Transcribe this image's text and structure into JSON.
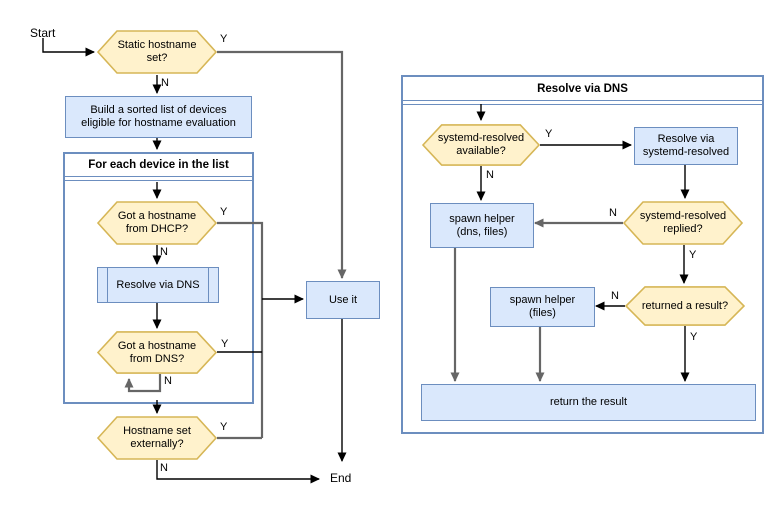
{
  "colors": {
    "hex_fill": "#FFF2CC",
    "hex_stroke": "#D6B656",
    "box_fill": "#DAE8FC",
    "box_stroke": "#6C8EBF",
    "container_stroke": "#6C8EBF",
    "edge_dark": "#000000",
    "edge_gray": "#666666"
  },
  "branch": {
    "yes": "Y",
    "no": "N"
  },
  "left": {
    "start": "Start",
    "end": "End",
    "q_static": "Static hostname\nset?",
    "build": "Build a sorted list of devices\neligible for hostname evaluation",
    "loop_title": "For each device in the list",
    "q_dhcp": "Got a hostname\nfrom DHCP?",
    "subprocess": "Resolve via DNS",
    "q_dns": "Got a hostname\nfrom DNS?",
    "q_external": "Hostname set\nexternally?",
    "use_it": "Use it"
  },
  "right": {
    "title": "Resolve via DNS",
    "q_available": "systemd-resolved\navailable?",
    "resolve_systemd": "Resolve via\nsystemd-resolved",
    "spawn_dns_files": "spawn helper\n(dns, files)",
    "q_replied": "systemd-resolved\nreplied?",
    "q_result": "returned a result?",
    "spawn_files": "spawn helper\n(files)",
    "return_result": "return the result"
  }
}
